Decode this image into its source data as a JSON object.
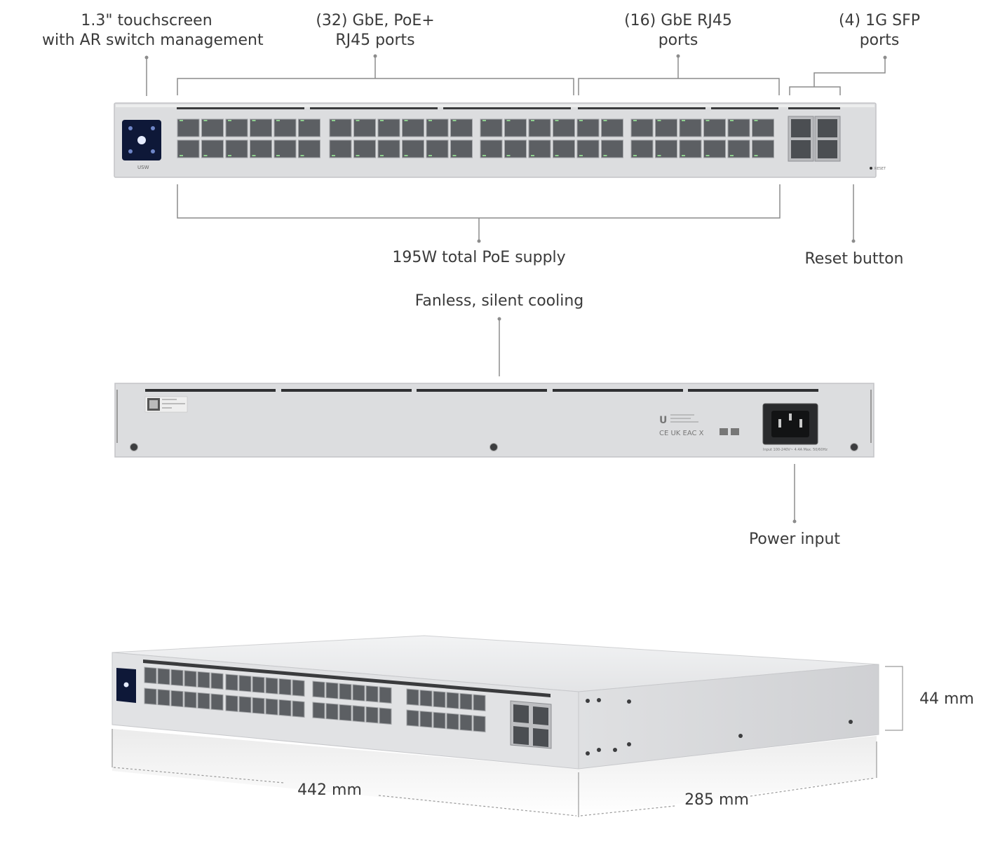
{
  "labels": {
    "touchscreen_line1": "1.3\" touchscreen",
    "touchscreen_line2": "with AR switch management",
    "poe_ports_line1": "(32) GbE, PoE+",
    "poe_ports_line2": "RJ45 ports",
    "gbe_ports_line1": "(16) GbE RJ45",
    "gbe_ports_line2": "ports",
    "sfp_ports_line1": "(4) 1G SFP",
    "sfp_ports_line2": "ports",
    "poe_supply": "195W total PoE supply",
    "reset_button": "Reset button",
    "cooling": "Fanless, silent cooling",
    "power_input": "Power input",
    "height_dim": "44 mm",
    "width_dim": "442 mm",
    "depth_dim": "285 mm"
  },
  "device": {
    "front_badge": "USW",
    "reset_text": "RESET",
    "rear_power_text": "Input 100-240V~ 4.4A Max. 50/60Hz",
    "port_counts": {
      "poe_rj45": 32,
      "gbe_rj45": 16,
      "sfp": 4
    }
  },
  "colors": {
    "chassis": "#d9dadc",
    "chassis_edge": "#c4c5c8",
    "port": "#5c5f63",
    "callout_line": "#8c8c8c",
    "screen": "#0d1a3a"
  }
}
